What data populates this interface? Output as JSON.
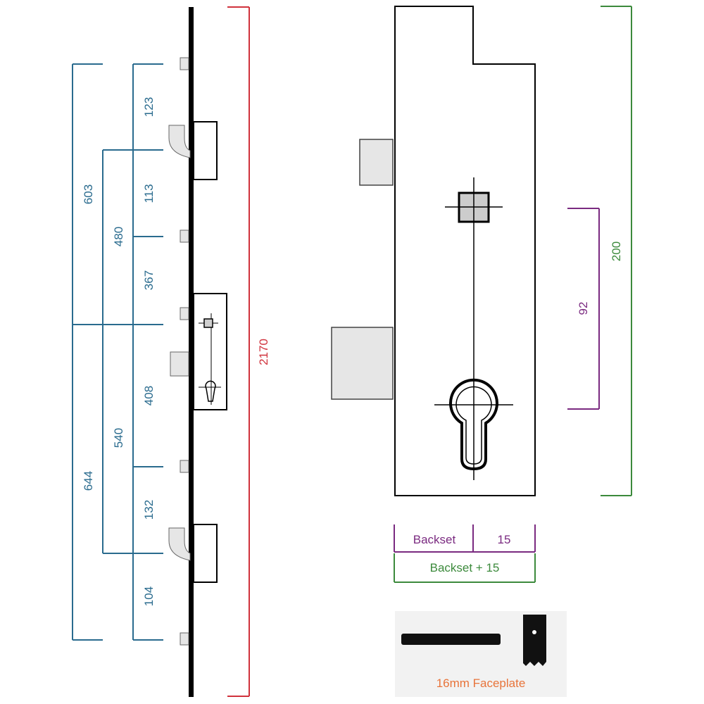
{
  "colors": {
    "blue": "#2a6b8e",
    "red": "#d0323c",
    "green": "#3c8a3c",
    "purple": "#7a2a80",
    "orange": "#e8743a",
    "line": "#000000",
    "fill_grey": "#e6e6e6",
    "panel_bg": "#f2f2f2"
  },
  "left_view": {
    "total_height": "2170",
    "outer_dimensions": [
      "603",
      "644"
    ],
    "middle_dimensions": [
      "480",
      "540"
    ],
    "inner_dimensions": [
      "123",
      "113",
      "367",
      "408",
      "132",
      "104"
    ]
  },
  "right_view": {
    "case_height": "200",
    "centres": "92",
    "backset_label": "Backset",
    "offset_value": "15",
    "backset_total_label": "Backset + 15"
  },
  "faceplate": {
    "label": "16mm Faceplate"
  }
}
